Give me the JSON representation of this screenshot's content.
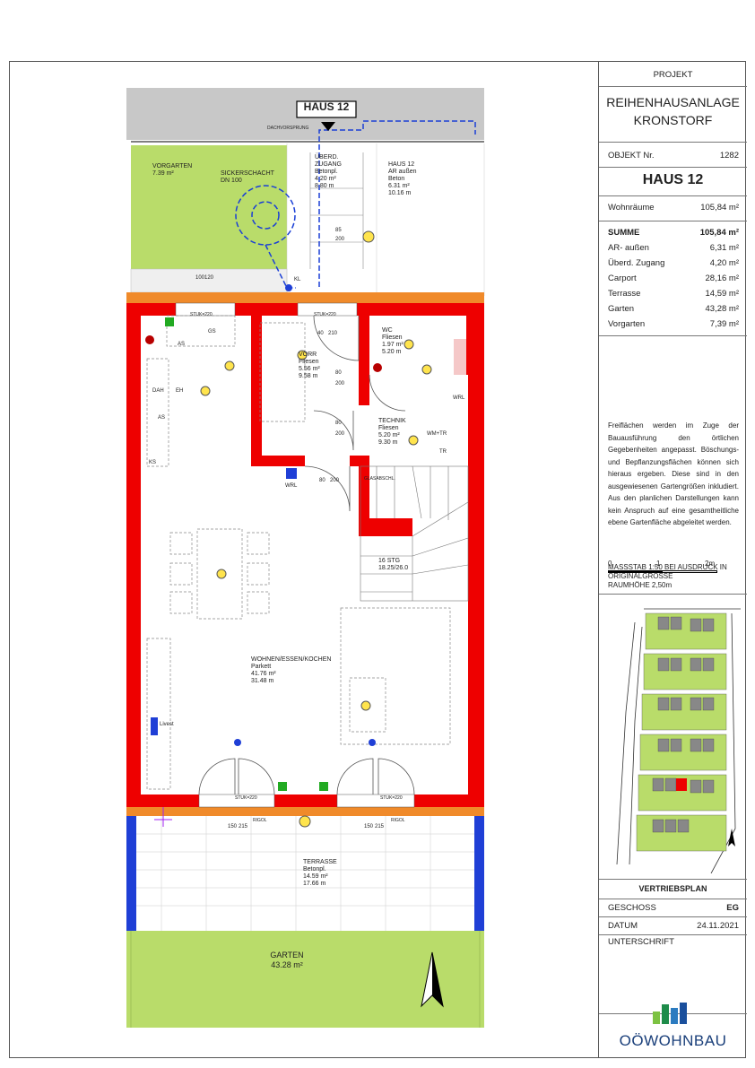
{
  "panel": {
    "project_label": "PROJEKT",
    "project_name_line1": "REIHENHAUSANLAGE",
    "project_name_line2": "KRONSTORF",
    "object_label": "OBJEKT Nr.",
    "object_number": "1282",
    "house_title": "HAUS 12",
    "wohnraeume_label": "Wohnräume",
    "wohnraeume_value": "105,84 m²",
    "summary": [
      {
        "label": "SUMME",
        "value": "105,84 m²"
      },
      {
        "label": "AR- außen",
        "value": "6,31 m²"
      },
      {
        "label": "Überd. Zugang",
        "value": "4,20 m²"
      },
      {
        "label": "Carport",
        "value": "28,16 m²"
      },
      {
        "label": "Terrasse",
        "value": "14,59 m²"
      },
      {
        "label": "Garten",
        "value": "43,28 m²"
      },
      {
        "label": "Vorgarten",
        "value": "7,39 m²"
      }
    ],
    "note": "Freiflächen werden im Zuge der Bauausführung den örtlichen Gegebenheiten angepasst. Böschungs- und Bepflanzungsflächen können sich hieraus ergeben. Diese sind in den ausgewiesenen Gartengrößen inkludiert. Aus den planlichen Darstellungen kann kein Anspruch auf eine gesamtheitliche ebene Gartenfläche abgeleitet werden.",
    "scale_ticks": [
      "0",
      "1",
      "2m"
    ],
    "scale_text_line1": "MASSSTAB 1:50 BEI AUSDRUCK IN",
    "scale_text_line2": "ORIGINALGRÖSSE",
    "scale_text_line3": "RAUMHÖHE 2,50m",
    "plan_type": "VERTRIEBSPLAN",
    "geschoss_label": "GESCHOSS",
    "geschoss_value": "EG",
    "datum_label": "DATUM",
    "datum_value": "24.11.2021",
    "unterschrift_label": "UNTERSCHRIFT",
    "logo_text": "OÖWOHNBAU"
  },
  "plan": {
    "house_label": "HAUS 12",
    "dachvorsprung": "DACHVORSPRUNG",
    "vorgarten": [
      "VORGARTEN",
      "7.39 m²"
    ],
    "sickerschacht": [
      "SICKERSCHACHT",
      "DN 100"
    ],
    "zugang": [
      "ÜBERD.",
      "ZUGANG",
      "Betonpl.",
      "4.20 m²",
      "8.80 m"
    ],
    "ar_aussen": [
      "HAUS 12",
      "AR außen",
      "Beton",
      "6.31 m²",
      "10.16 m"
    ],
    "vorr": [
      "VORR",
      "Fliesen",
      "5.56 m²",
      "9.58 m"
    ],
    "wc": [
      "WC",
      "Fliesen",
      "1.97 m²",
      "5.20 m"
    ],
    "technik": [
      "TECHNIK",
      "Fliesen",
      "5.20 m²",
      "9.30 m"
    ],
    "wohnen": [
      "WOHNEN/ESSEN/KOCHEN",
      "Parkett",
      "41.76 m²",
      "31.48 m"
    ],
    "stairs": [
      "16 STG",
      "18.25/26.0"
    ],
    "terrasse": [
      "TERRASSE",
      "Betonpl.",
      "14.59 m²",
      "17.66 m"
    ],
    "garten": [
      "GARTEN",
      "43.28 m²"
    ],
    "dims": [
      "100",
      "120",
      "85",
      "200",
      "80",
      "200",
      "80",
      "200",
      "40",
      "210",
      "80",
      "200",
      "150",
      "215",
      "150",
      "215"
    ],
    "symbols": [
      "KL",
      "GS",
      "AS",
      "DAH",
      "EH",
      "AS",
      "KS",
      "WM+TR",
      "TR",
      "WRL",
      "WRL",
      "Livest",
      "RIGOL",
      "RIGOL",
      "STUK=220",
      "STUK=220",
      "STUK=220",
      "STUK=220",
      "GLASABSCHL."
    ]
  }
}
